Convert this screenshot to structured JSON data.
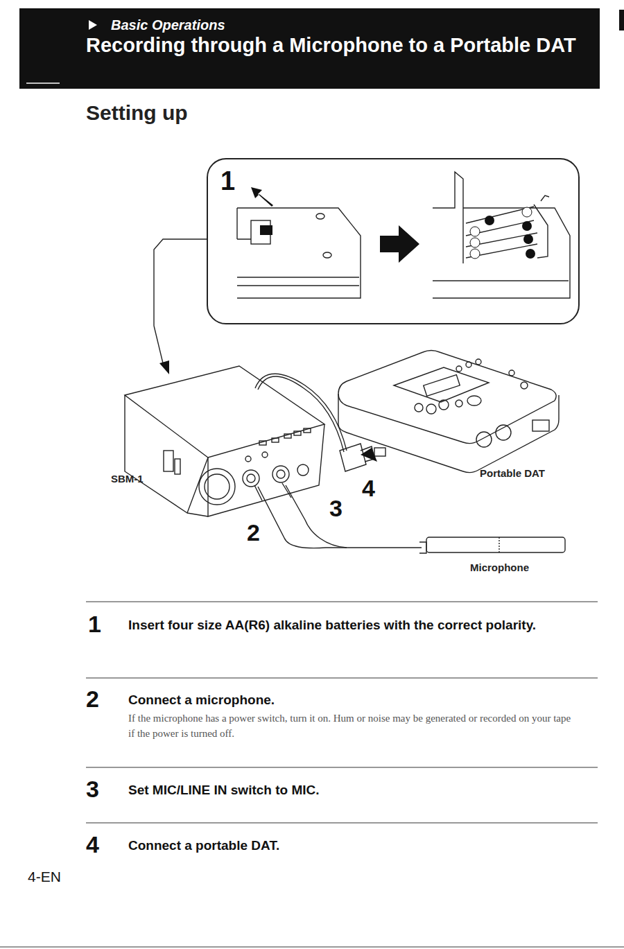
{
  "diagram": {
    "title": "Recording through a Microphone to a Portable DAT",
    "nodes": [
      {
        "text": [
          "1"
        ]
      }
    ],
    "labels": [
      "Basic Operations",
      "Setting up",
      "SBM-1",
      "4",
      "Portable DAT",
      "3",
      "2",
      "Microphone",
      "1",
      "Insert four size AA(R6) alkaline batteries with the correct polarity.",
      "2",
      "Connect a microphone.",
      "If the microphone has a power switch, turn it on. Hum or noise may be generated or recorded on your tape if the power is turned off.",
      "3",
      "Set MIC/LINE IN switch to MIC.",
      "4",
      "Connect a portable DAT.",
      "4-EN"
    ]
  }
}
